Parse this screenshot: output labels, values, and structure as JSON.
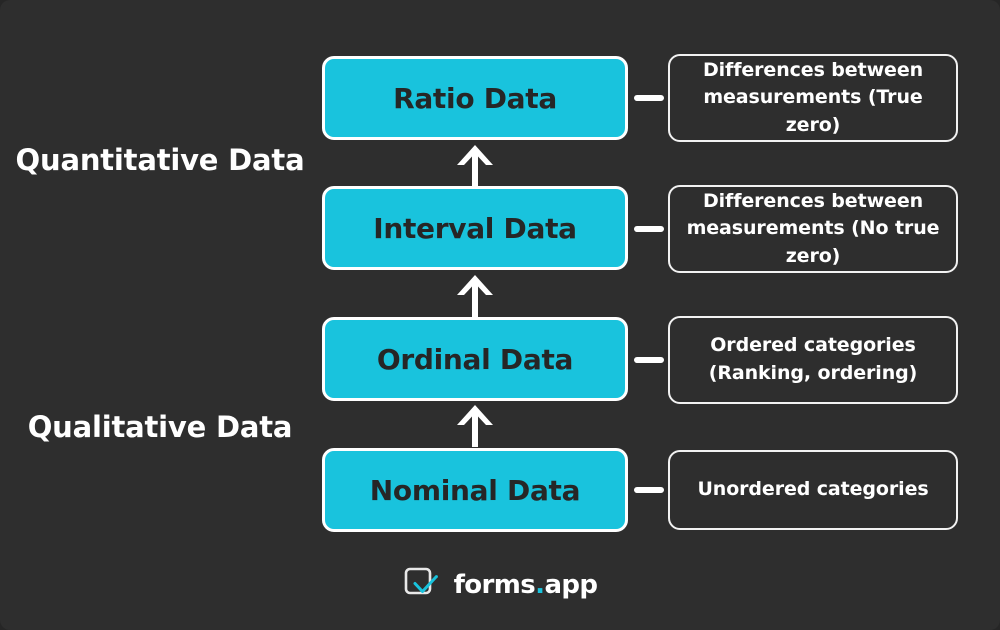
{
  "colors": {
    "background": "#2e2e2e",
    "accent_cyan": "#19c3dd",
    "box_text": "#262626",
    "outline_white": "#ffffff"
  },
  "categories": [
    {
      "label": "Quantitative Data"
    },
    {
      "label": "Qualitative Data"
    }
  ],
  "levels": [
    {
      "name": "Ratio Data",
      "description": "Differences between measurements (True zero)"
    },
    {
      "name": "Interval Data",
      "description": "Differences between measurements (No true zero)"
    },
    {
      "name": "Ordinal Data",
      "description": "Ordered categories (Ranking, ordering)"
    },
    {
      "name": "Nominal Data",
      "description": "Unordered categories"
    }
  ],
  "descriptions": [
    {
      "line1": "Differences between",
      "line2": "measurements (True zero)"
    },
    {
      "line1": "Differences between",
      "line2": "measurements (No true zero)"
    },
    {
      "line1": "Ordered categories",
      "line2": "(Ranking, ordering)"
    },
    {
      "line1": "Unordered categories",
      "line2": ""
    }
  ],
  "arrows": [
    {
      "direction": "up"
    },
    {
      "direction": "up"
    },
    {
      "direction": "up"
    }
  ],
  "footer": {
    "brand_first": "forms",
    "brand_dot": ".",
    "brand_last": "app",
    "logo_icon": "checkbox-check-icon"
  }
}
